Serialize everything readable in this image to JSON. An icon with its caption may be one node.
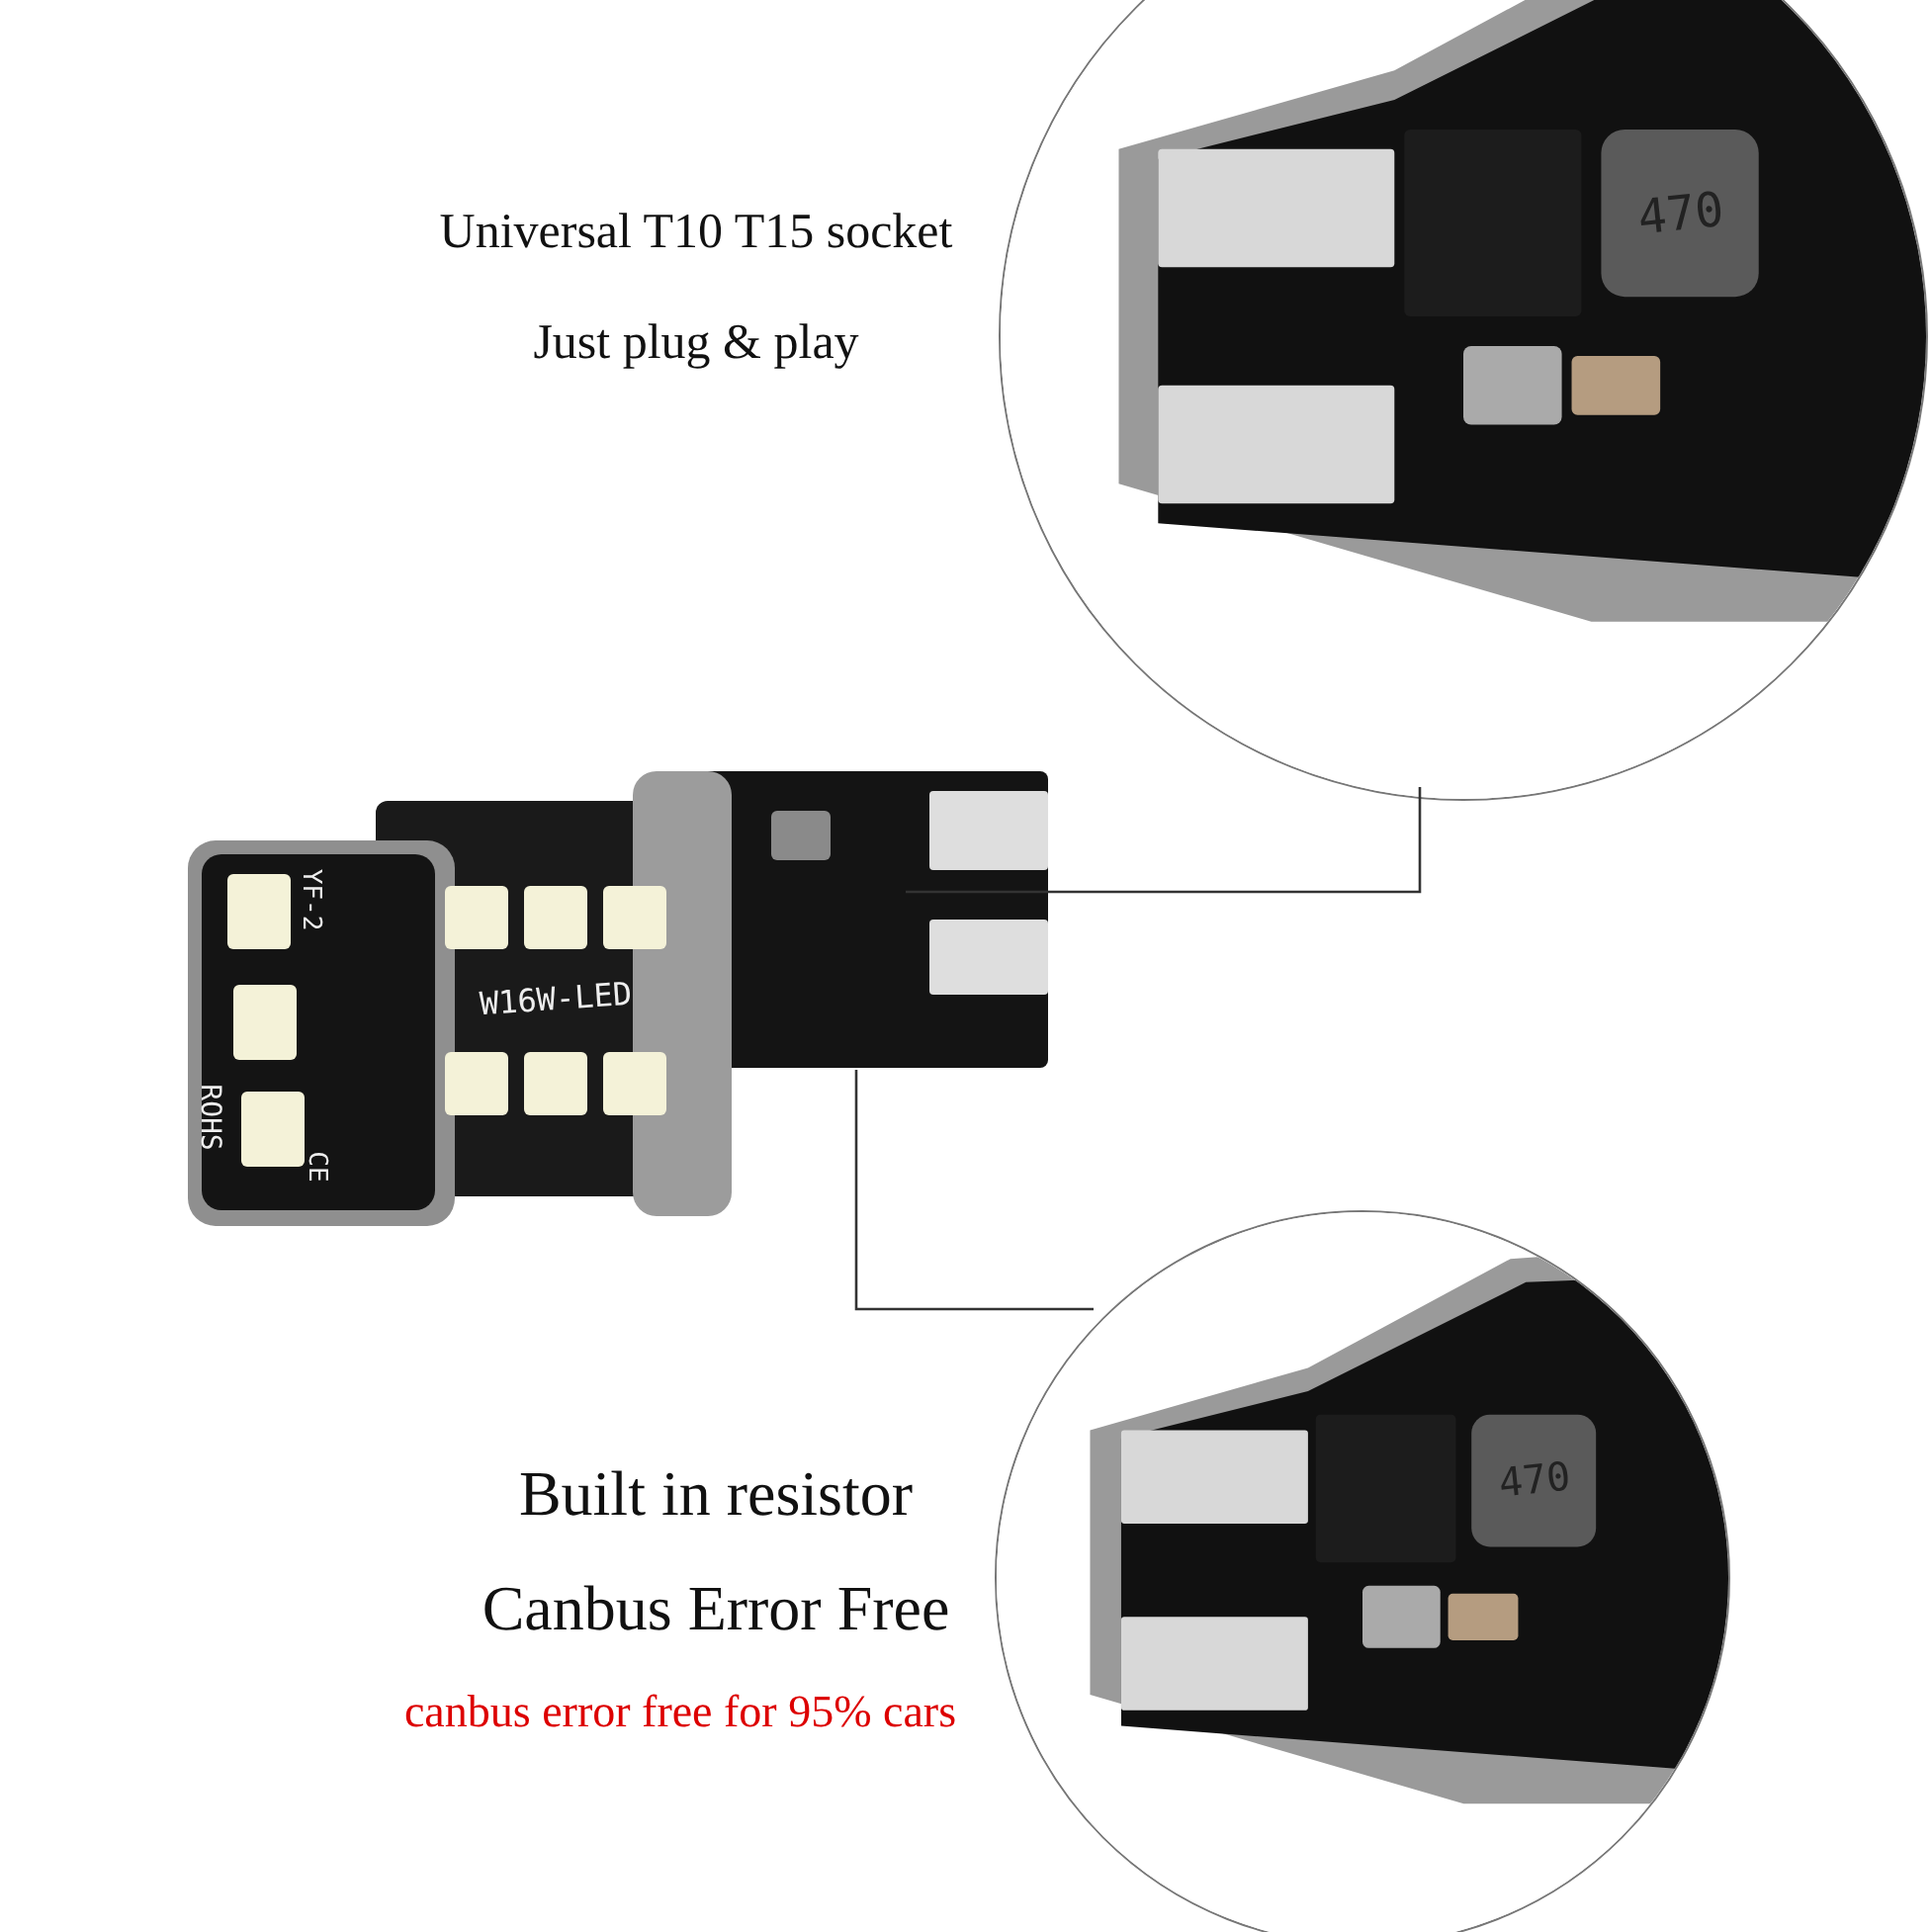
{
  "diagram": {
    "nodes": [
      {
        "text": [],
        "shape": "picture"
      },
      {
        "text": [],
        "shape": "picture",
        "beside": [
          "Universal T10 T15 socket",
          "Just plug & play"
        ]
      },
      {
        "text": [],
        "shape": "picture",
        "beside": [
          "Built in resistor",
          "Canbus Error Free",
          "canbus error free for 95% cars"
        ]
      }
    ],
    "edges": [
      {
        "from": 0,
        "to": 1,
        "arrow": "none"
      },
      {
        "from": 0,
        "to": 2,
        "arrow": "none"
      }
    ],
    "labels": [
      "470",
      "YF-2",
      "W16W-LED",
      "ROHS",
      "CE",
      "470"
    ]
  }
}
